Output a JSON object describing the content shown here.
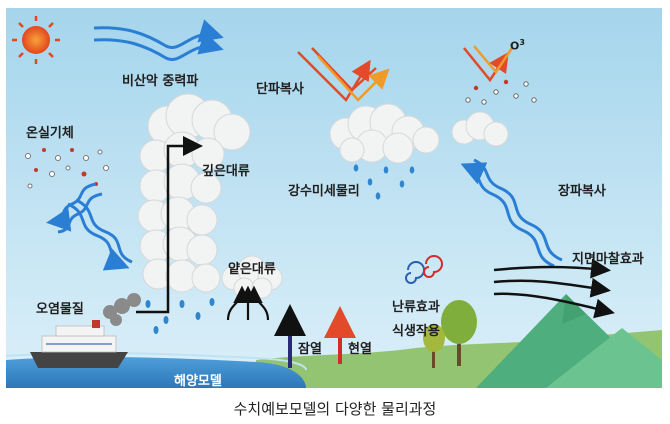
{
  "labels": {
    "gravity_wave": "비산악 중력파",
    "shortwave": "단파복사",
    "ozone": "O",
    "ozone_sup": "3",
    "greenhouse": "온실기체",
    "deep_convection": "깊은대류",
    "microphysics": "강수미세물리",
    "longwave": "장파복사",
    "shallow_convection": "얕은대류",
    "surface_effect": "지면마찰효과",
    "turbulence": "난류효과",
    "vegetation": "식생작용",
    "pollutant": "오염물질",
    "latent_heat": "잠열",
    "sensible_heat": "현열",
    "ocean_model": "해양모델"
  },
  "caption": "수치예보모델의 다양한 물리과정",
  "colors": {
    "sky_top": "#9fd2ea",
    "sky_bottom": "#d9eef8",
    "sea": "#3d8fd0",
    "land": "#93c472",
    "mountain": "#4fae7e",
    "wave_blue": "#2a7fd4",
    "sun": "#e94b1f",
    "shortwave_red": "#e24a2a",
    "shortwave_orange": "#f09a2a",
    "latent_arrow": "#2a2a7a",
    "sensible_arrow": "#d62a2a"
  },
  "icons": [
    "sun-icon",
    "cloud-icon",
    "raindrop-icon",
    "ship-icon",
    "tree-icon",
    "mountain-icon",
    "smoke-icon"
  ]
}
